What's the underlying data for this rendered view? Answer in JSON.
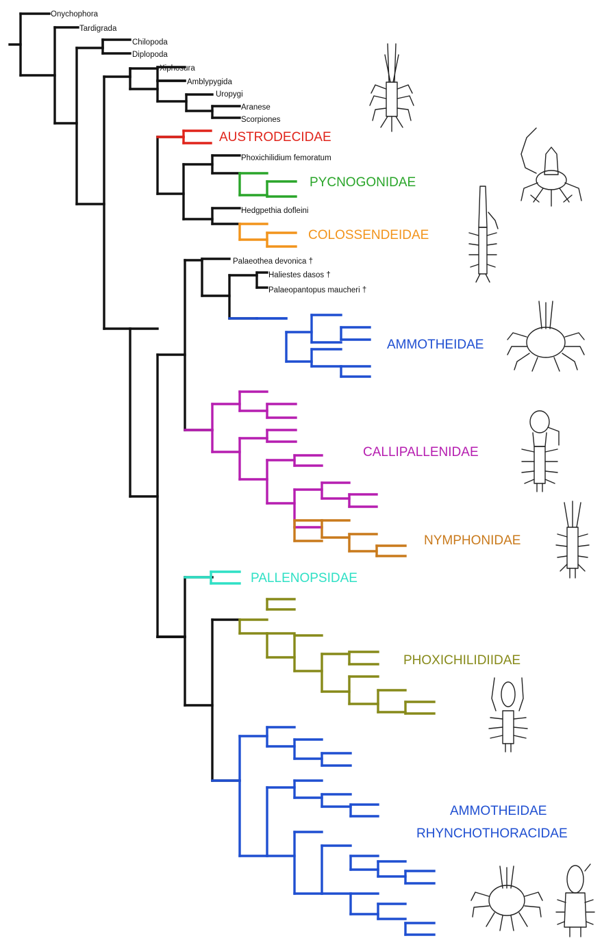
{
  "figure": {
    "taxa": {
      "onychophora": "Onychophora",
      "tardigrada": "Tardigrada",
      "chilopoda": "Chilopoda",
      "diplopoda": "Diplopoda",
      "xiphosura": "Xiphosura",
      "amblypygida": "Amblypygida",
      "uropygi": "Uropygi",
      "araneae": "Aranese",
      "scorpiones": "Scorpiones",
      "phoxichilidium": "Phoxichilidium femoratum",
      "hedgpethia": "Hedgpethia dofleini",
      "palaeothea": "Palaeothea devonica †",
      "haliestes": "Haliestes dasos †",
      "palaeopantopus": "Palaeopantopus maucheri †"
    },
    "clades": {
      "austrodecidae": "AUSTRODECIDAE",
      "pycnogonidae": "PYCNOGONIDAE",
      "colossendeidae": "COLOSSENDEIDAE",
      "ammotheidae": "AMMOTHEIDAE",
      "callipallenidae": "CALLIPALLENIDAE",
      "nymphonidae": "NYMPHONIDAE",
      "pallenopsidae": "PALLENOPSIDAE",
      "phoxichilidiidae": "PHOXICHILIDIIDAE",
      "ammotheidae2": "AMMOTHEIDAE",
      "rhynchothoracidae": "RHYNCHOTHORACIDAE"
    },
    "colors": {
      "outgroup": "#111111",
      "austrodecidae": "#e0241b",
      "pycnogonidae": "#2aa52a",
      "colossendeidae": "#f2941c",
      "ammotheidae": "#1f4fd1",
      "callipallenidae": "#b61eb0",
      "nymphonidae": "#c97a1c",
      "pallenopsidae": "#2fe0c5",
      "phoxichilidiidae": "#878a1a"
    },
    "illustrations": [
      "pycnogonid-illustration",
      "austrodecid-illustration",
      "colossendeid-illustration",
      "ammotheid-illustration",
      "callipallenid-illustration",
      "nymphonid-illustration",
      "phoxichilidiid-illustration",
      "ammotheid-illustration-2",
      "rhynchothoracid-illustration"
    ]
  }
}
